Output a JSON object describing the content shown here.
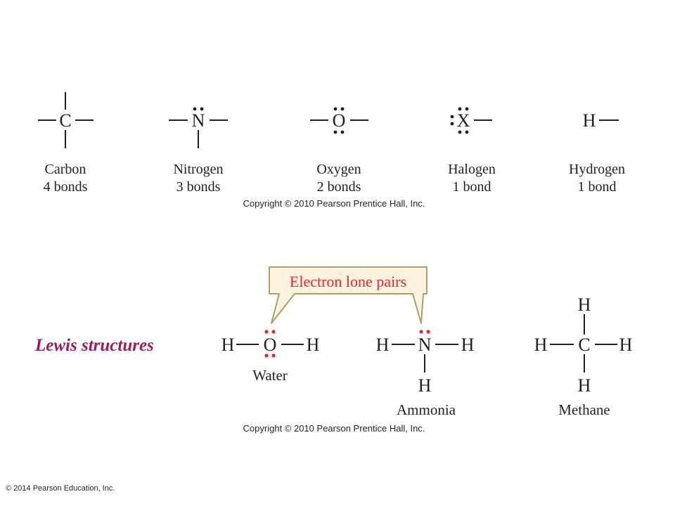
{
  "top_panel": {
    "elements": [
      {
        "symbol": "C",
        "name": "Carbon",
        "bonds": "4 bonds"
      },
      {
        "symbol": "N",
        "name": "Nitrogen",
        "bonds": "3 bonds"
      },
      {
        "symbol": "O",
        "name": "Oxygen",
        "bonds": "2 bonds"
      },
      {
        "symbol": "X",
        "name": "Halogen",
        "bonds": "1 bond"
      },
      {
        "symbol": "H",
        "name": "Hydrogen",
        "bonds": "1 bond"
      }
    ],
    "copyright": "Copyright © 2010 Pearson Prentice Hall, Inc."
  },
  "bottom_panel": {
    "section_title": "Lewis structures",
    "callout": "Electron lone pairs",
    "molecules": [
      {
        "name": "Water",
        "atoms": [
          "H",
          "O",
          "H"
        ]
      },
      {
        "name": "Ammonia",
        "atoms": [
          "H",
          "N",
          "H",
          "H"
        ]
      },
      {
        "name": "Methane",
        "atoms": [
          "H",
          "C",
          "H",
          "H",
          "H"
        ]
      }
    ],
    "copyright": "Copyright © 2010 Pearson Prentice Hall, Inc."
  },
  "footer": "© 2014 Pearson Education, Inc.",
  "colors": {
    "title": "#9b1c5a",
    "callout_border": "#a6a36a",
    "callout_fill": "#fff2df",
    "callout_text": "#e8262d",
    "lone_pair_highlight": "#e8262d",
    "text": "#231f20"
  }
}
